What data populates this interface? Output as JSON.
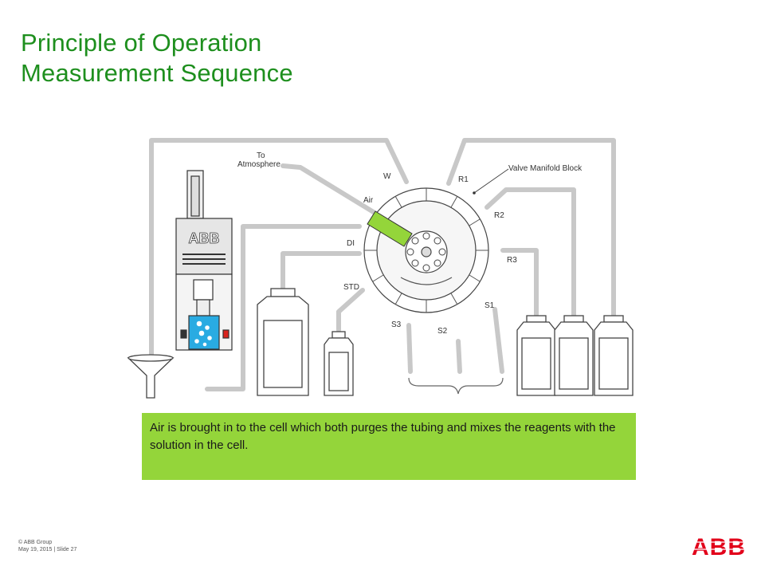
{
  "slide": {
    "title": "Principle of Operation",
    "subtitle": "Measurement Sequence"
  },
  "diagram": {
    "labels": {
      "to_atmosphere_line1": "To",
      "to_atmosphere_line2": "Atmosphere",
      "w": "W",
      "r1": "R1",
      "valve_manifold_block": "Valve Manifold Block",
      "air": "Air",
      "r2": "R2",
      "di": "DI",
      "r3": "R3",
      "std": "STD",
      "s1": "S1",
      "s3": "S3",
      "s2": "S2"
    },
    "analyzer_logo_text": "ABB",
    "colors": {
      "tubing": "#c8c8c8",
      "highlight_air": "#94d53a",
      "cell_liquid": "#29abe2",
      "indicator_red": "#d9231d"
    }
  },
  "caption": {
    "text": "Air is brought in to the cell which both purges the tubing and mixes the reagents with the solution in the cell."
  },
  "footer": {
    "copyright": "© ABB Group",
    "date_slide": "May 19, 2015 | Slide 27"
  },
  "brand": {
    "logo_text": "ABB",
    "logo_color": "#e2001a",
    "title_color": "#1e8f1e"
  }
}
